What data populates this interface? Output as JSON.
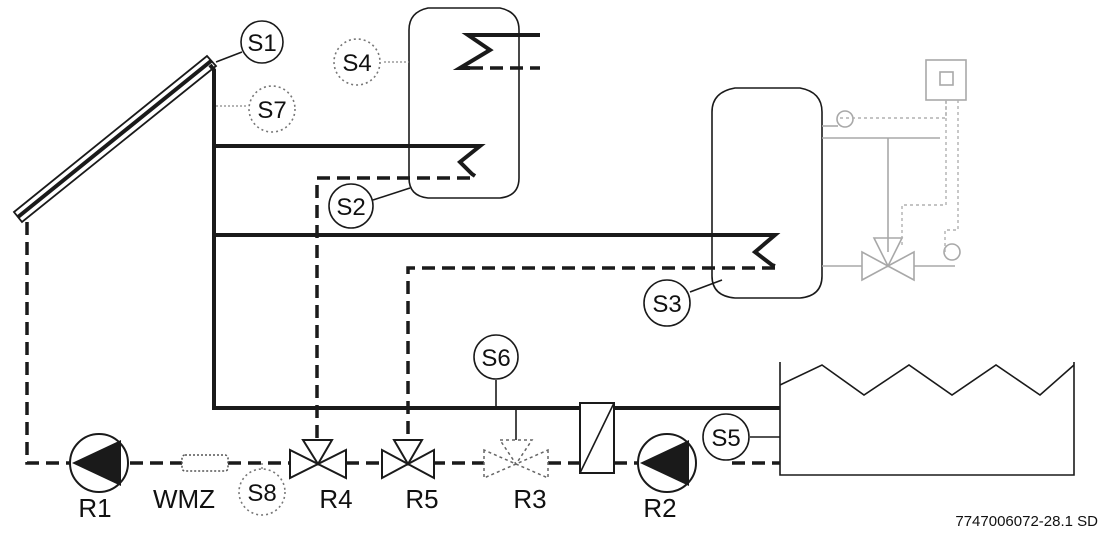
{
  "sensors": {
    "s1": "S1",
    "s2": "S2",
    "s3": "S3",
    "s4": "S4",
    "s5": "S5",
    "s6": "S6",
    "s7": "S7",
    "s8": "S8"
  },
  "components": {
    "r1": "R1",
    "r2": "R2",
    "r3": "R3",
    "r4": "R4",
    "r5": "R5",
    "wmz": "WMZ"
  },
  "reference": "7747006072-28.1 SD",
  "colors": {
    "line": "#1a1a1a",
    "optional": "#a8a8a8",
    "background": "#ffffff"
  }
}
